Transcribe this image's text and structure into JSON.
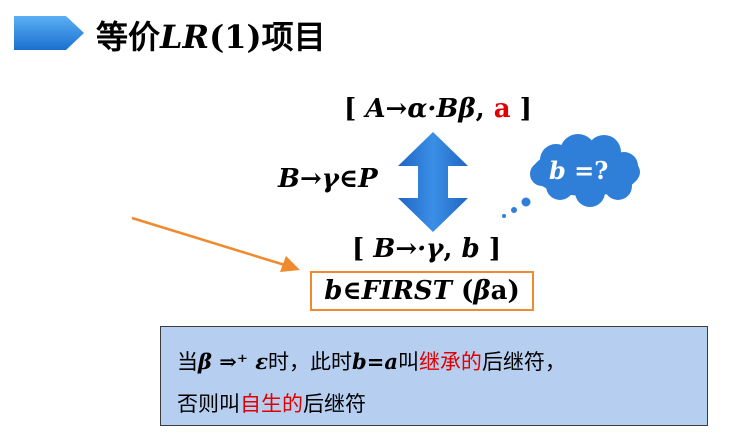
{
  "title": {
    "pre": "等价",
    "it": "LR",
    "num": "(1)",
    "post": "项目"
  },
  "item1": {
    "lbr": "[ ",
    "body": "A→α·Bβ",
    "comma": ", ",
    "la": "a",
    "rbr": " ]"
  },
  "rule": {
    "text": "B→γ∈P"
  },
  "item2": {
    "lbr": "[ ",
    "body": "B→·γ",
    "comma": ", ",
    "la": "b",
    "rbr": " ]"
  },
  "first": {
    "b": "b",
    "op": "∈",
    "fn": "FIRST",
    "lp": " (",
    "beta": "β",
    "a": "a",
    "rp": ")"
  },
  "cloud": {
    "b": "b",
    "eq": " =?"
  },
  "note": {
    "line1": {
      "p1": "当",
      "beta": "β",
      "arrow": " ⇒⁺ ",
      "eps": "ε",
      "p2": "时，此时",
      "b": "b=a",
      "p3": "叫",
      "red": "继承的",
      "p4": "后继符，"
    },
    "line2": {
      "p1": "否则叫",
      "red": "自生的",
      "p2": "后继符"
    }
  },
  "colors": {
    "accent_orange": "#f08a2e",
    "arrow_blue": "#2f7fd8",
    "cloud_blue": "#2f7fd8",
    "red": "#e00000",
    "note_bg": "#b6cef0"
  }
}
